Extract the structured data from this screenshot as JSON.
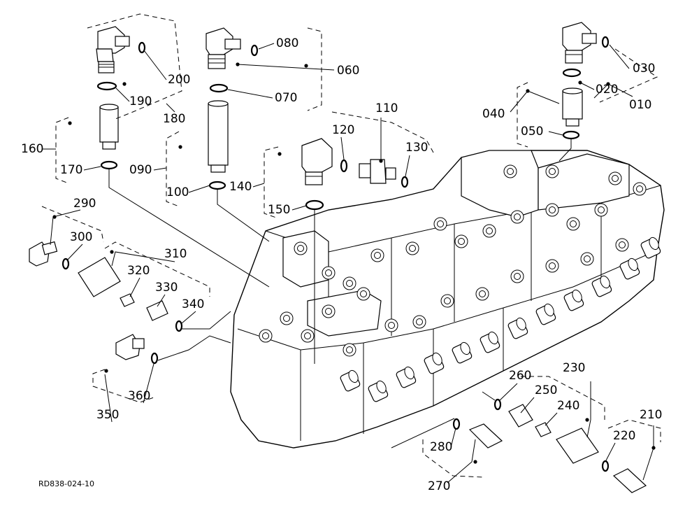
{
  "diagram": {
    "drawing_code": "RD838-024-10",
    "callouts": [
      "010",
      "020",
      "030",
      "040",
      "050",
      "060",
      "070",
      "080",
      "090",
      "100",
      "110",
      "120",
      "130",
      "140",
      "150",
      "160",
      "170",
      "180",
      "190",
      "200",
      "210",
      "220",
      "230",
      "240",
      "250",
      "260",
      "270",
      "280",
      "290",
      "300",
      "310",
      "320",
      "330",
      "340",
      "350",
      "360"
    ]
  }
}
